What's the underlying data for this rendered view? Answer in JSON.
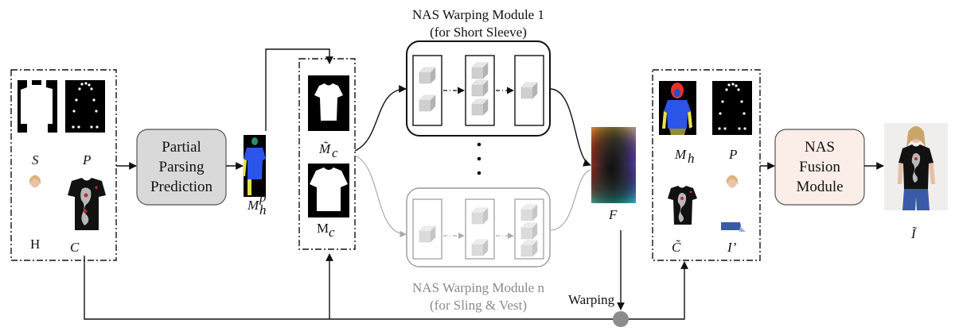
{
  "modules": {
    "top_title_line1": "NAS Warping Module 1",
    "top_title_line2": "(for Short Sleeve)",
    "bottom_title_line1": "NAS Warping Module n",
    "bottom_title_line2": "(for Sling & Vest)",
    "ellipsis": "⋮"
  },
  "boxes": {
    "partial_line1": "Partial",
    "partial_line2": "Parsing",
    "partial_line3": "Prediction",
    "fusion_line1": "NAS",
    "fusion_line2": "Fusion",
    "fusion_line3": "Module"
  },
  "labels": {
    "S": "S",
    "P": "P",
    "H": "H",
    "C": "C",
    "Mhp_base": "M",
    "Mhp_sub": "h",
    "Mhp_sup": "p",
    "Mc_tilde_base": "M̃",
    "Mc_tilde_sub": "c",
    "Mc_base": "M",
    "Mc_sub": "c",
    "F": "F",
    "Mh_base": "M",
    "Mh_sub": "h",
    "P2": "P",
    "C_tilde": "C̃",
    "I_prime": "I’",
    "I_tilde": "Ĩ",
    "warping": "Warping"
  },
  "colors": {
    "fusion_fill": "#fbeee8",
    "partial_fill": "#d9d9d9",
    "body_blue": "#2a55e8",
    "body_yellow": "#e8e24a",
    "head_red": "#e8312a",
    "warp_node": "#8c8c8c"
  }
}
